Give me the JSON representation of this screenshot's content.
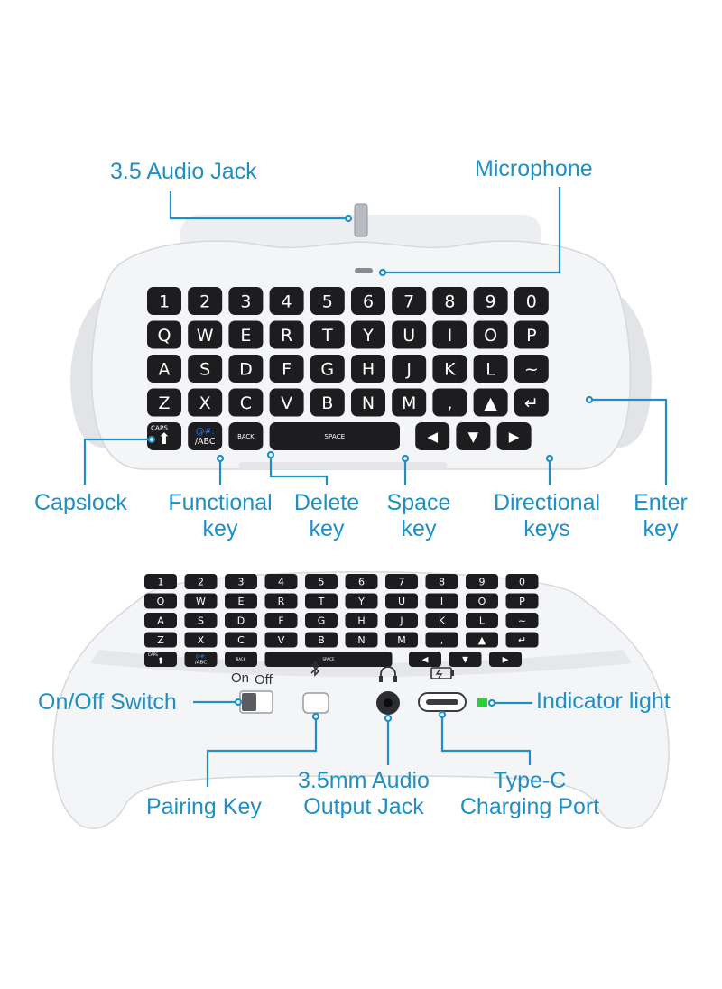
{
  "colors": {
    "accent": "#1f8fc4",
    "device_body": "#f4f5f7",
    "key": "#1d1d1f",
    "key_legend": "#ffffff",
    "key_secondary_legend": "#3a7bd5",
    "indicator": "#2ecc40"
  },
  "callouts_top": {
    "audio_jack": "3.5 Audio Jack",
    "microphone": "Microphone",
    "capslock": "Capslock",
    "functional_key": [
      "Functional",
      "key"
    ],
    "delete_key": [
      "Delete",
      "key"
    ],
    "space_key": [
      "Space",
      "key"
    ],
    "directional_keys": [
      "Directional",
      "keys"
    ],
    "enter_key": [
      "Enter",
      "key"
    ]
  },
  "callouts_bottom": {
    "on_off_switch": "On/Off Switch",
    "indicator_light": "Indicator light",
    "pairing_key": "Pairing Key",
    "audio_output_jack": [
      "3.5mm Audio",
      "Output Jack"
    ],
    "type_c_port": [
      "Type-C",
      "Charging Port"
    ]
  },
  "device_markings": {
    "on": "On",
    "off": "Off"
  },
  "keyboard": {
    "number_row": [
      "1",
      "2",
      "3",
      "4",
      "5",
      "6",
      "7",
      "8",
      "9",
      "0"
    ],
    "row_q": [
      "Q",
      "W",
      "E",
      "R",
      "T",
      "Y",
      "U",
      "I",
      "O",
      "P"
    ],
    "row_a": [
      "A",
      "S",
      "D",
      "F",
      "G",
      "H",
      "J",
      "K",
      "L",
      "~"
    ],
    "row_z": [
      "Z",
      "X",
      "C",
      "V",
      "B",
      "N",
      "M",
      ",",
      "▲",
      "↵"
    ],
    "caps_label": "CAPS",
    "func_label": [
      "@#:",
      "/ABC"
    ],
    "back_label": "BACK",
    "space_label": "SPACE",
    "arrows": [
      "◀",
      "▼",
      "▶"
    ]
  },
  "icons": [
    "bluetooth-icon",
    "headphones-icon",
    "charging-battery-icon",
    "shift-arrow-icon"
  ]
}
